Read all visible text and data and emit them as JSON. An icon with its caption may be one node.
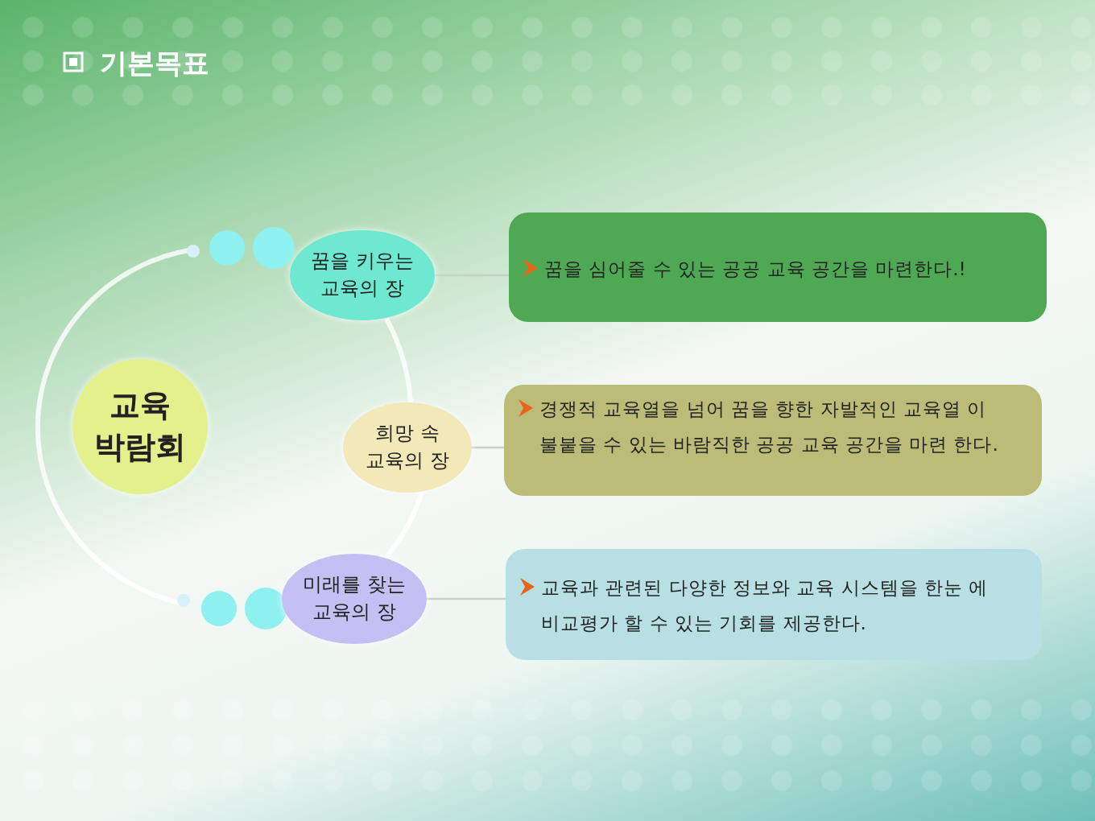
{
  "diagram": {
    "title": "기본목표",
    "nodes": [
      {
        "text": [
          "교육 박람회"
        ]
      },
      {
        "text": [
          "꿈을 키우는 교육의 장"
        ]
      },
      {
        "text": [
          "희망 속 교육의 장"
        ]
      },
      {
        "text": [
          "미래를 찾는 교육의 장"
        ]
      },
      {
        "text": [
          "꿈을 심어줄 수 있는 공공 교육 공간을 마련한다.!"
        ]
      },
      {
        "text": [
          "경쟁적 교육열을 넘어 꿈을 향한 자발적인 교육열 이 불붙을 수 있는 바람직한 공공 교육 공간을 마련 한다."
        ]
      },
      {
        "text": [
          "교육과 관련된 다양한 정보와 교육 시스템을 한눈 에 비교평가 할 수 있는 기회를 제공한다."
        ]
      }
    ],
    "edges": [
      {
        "from": 1,
        "to": 4,
        "arrow": "none"
      },
      {
        "from": 2,
        "to": 5,
        "arrow": "none"
      },
      {
        "from": 3,
        "to": 6,
        "arrow": "none"
      }
    ]
  }
}
